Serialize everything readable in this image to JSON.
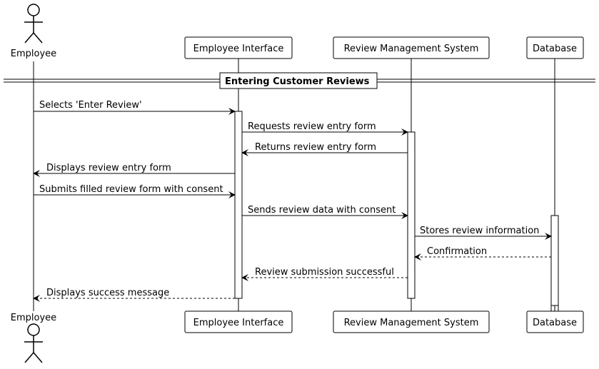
{
  "participants": [
    {
      "id": "employee",
      "label": "Employee",
      "kind": "actor"
    },
    {
      "id": "ui",
      "label": "Employee Interface",
      "kind": "participant"
    },
    {
      "id": "rms",
      "label": "Review Management System",
      "kind": "participant"
    },
    {
      "id": "db",
      "label": "Database",
      "kind": "participant"
    }
  ],
  "group_label": "Entering Customer Reviews",
  "messages": [
    {
      "from": "employee",
      "to": "ui",
      "label": "Selects 'Enter Review'",
      "style": "solid"
    },
    {
      "from": "ui",
      "to": "rms",
      "label": "Requests review entry form",
      "style": "solid"
    },
    {
      "from": "rms",
      "to": "ui",
      "label": "Returns review entry form",
      "style": "solid"
    },
    {
      "from": "ui",
      "to": "employee",
      "label": "Displays review entry form",
      "style": "solid"
    },
    {
      "from": "employee",
      "to": "ui",
      "label": "Submits filled review form with consent",
      "style": "solid"
    },
    {
      "from": "ui",
      "to": "rms",
      "label": "Sends review data with consent",
      "style": "solid"
    },
    {
      "from": "rms",
      "to": "db",
      "label": "Stores review information",
      "style": "solid"
    },
    {
      "from": "db",
      "to": "rms",
      "label": "Confirmation",
      "style": "dashed"
    },
    {
      "from": "rms",
      "to": "ui",
      "label": "Review submission successful",
      "style": "dashed"
    },
    {
      "from": "ui",
      "to": "employee",
      "label": "Displays success message",
      "style": "dashed"
    }
  ]
}
